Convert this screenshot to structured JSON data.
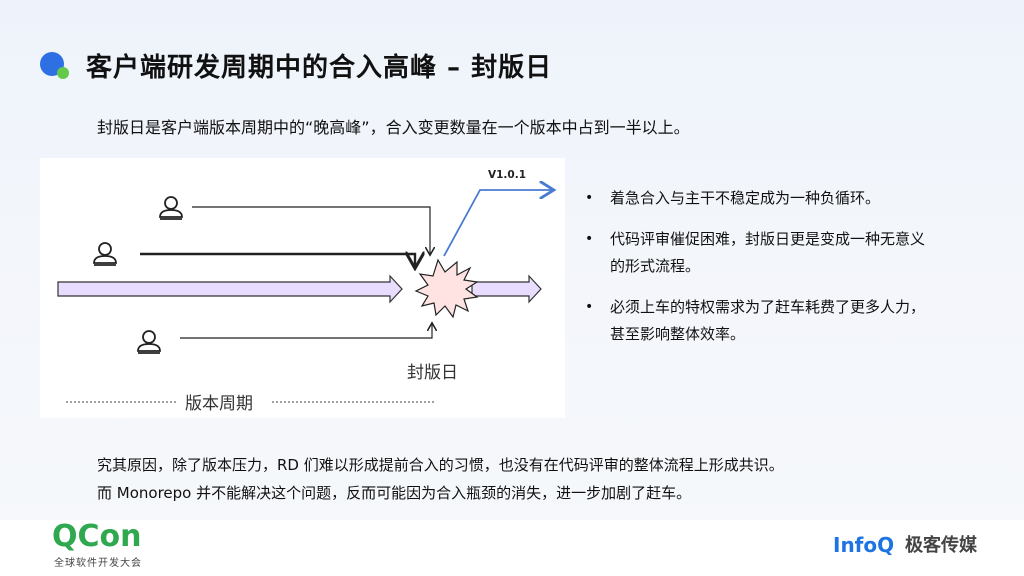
{
  "slide": {
    "title": "客户端研发周期中的合入高峰 – 封版日",
    "subtitle": "封版日是客户端版本周期中的“晚高峰”，合入变更数量在一个版本中占到一半以上。"
  },
  "diagram": {
    "version_label": "V1.0.1",
    "freeze_label": "封版日",
    "cycle_label": "版本周期"
  },
  "bullets": [
    {
      "dot": "•",
      "lines": [
        "着急合入与主干不稳定成为一种负循环。"
      ]
    },
    {
      "dot": "•",
      "lines": [
        "代码评审催促困难，封版日更是变成一种无意义",
        "的形式流程。"
      ]
    },
    {
      "dot": "•",
      "lines": [
        "必须上车的特权需求为了赶车耗费了更多人力，",
        "甚至影响整体效率。"
      ]
    }
  ],
  "conclusion": {
    "line1": "究其原因，除了版本压力，RD 们难以形成提前合入的习惯，也没有在代码评审的整体流程上形成共识。",
    "line2": "而 Monorepo 并不能解决这个问题，反而可能因为合入瓶颈的消失，进一步加剧了赶车。"
  },
  "footer": {
    "qcon_logo": "QCon",
    "qcon_sub": "全球软件开发大会",
    "infoq_logo": "InfoQ",
    "media_name": "极客传媒"
  },
  "colors": {
    "accent_blue": "#2f6fe4",
    "accent_green": "#62c94a",
    "branch_blue": "#4a7bd0",
    "burst_fill": "#ffe3e3",
    "bar_fill": "#e8dcff"
  }
}
